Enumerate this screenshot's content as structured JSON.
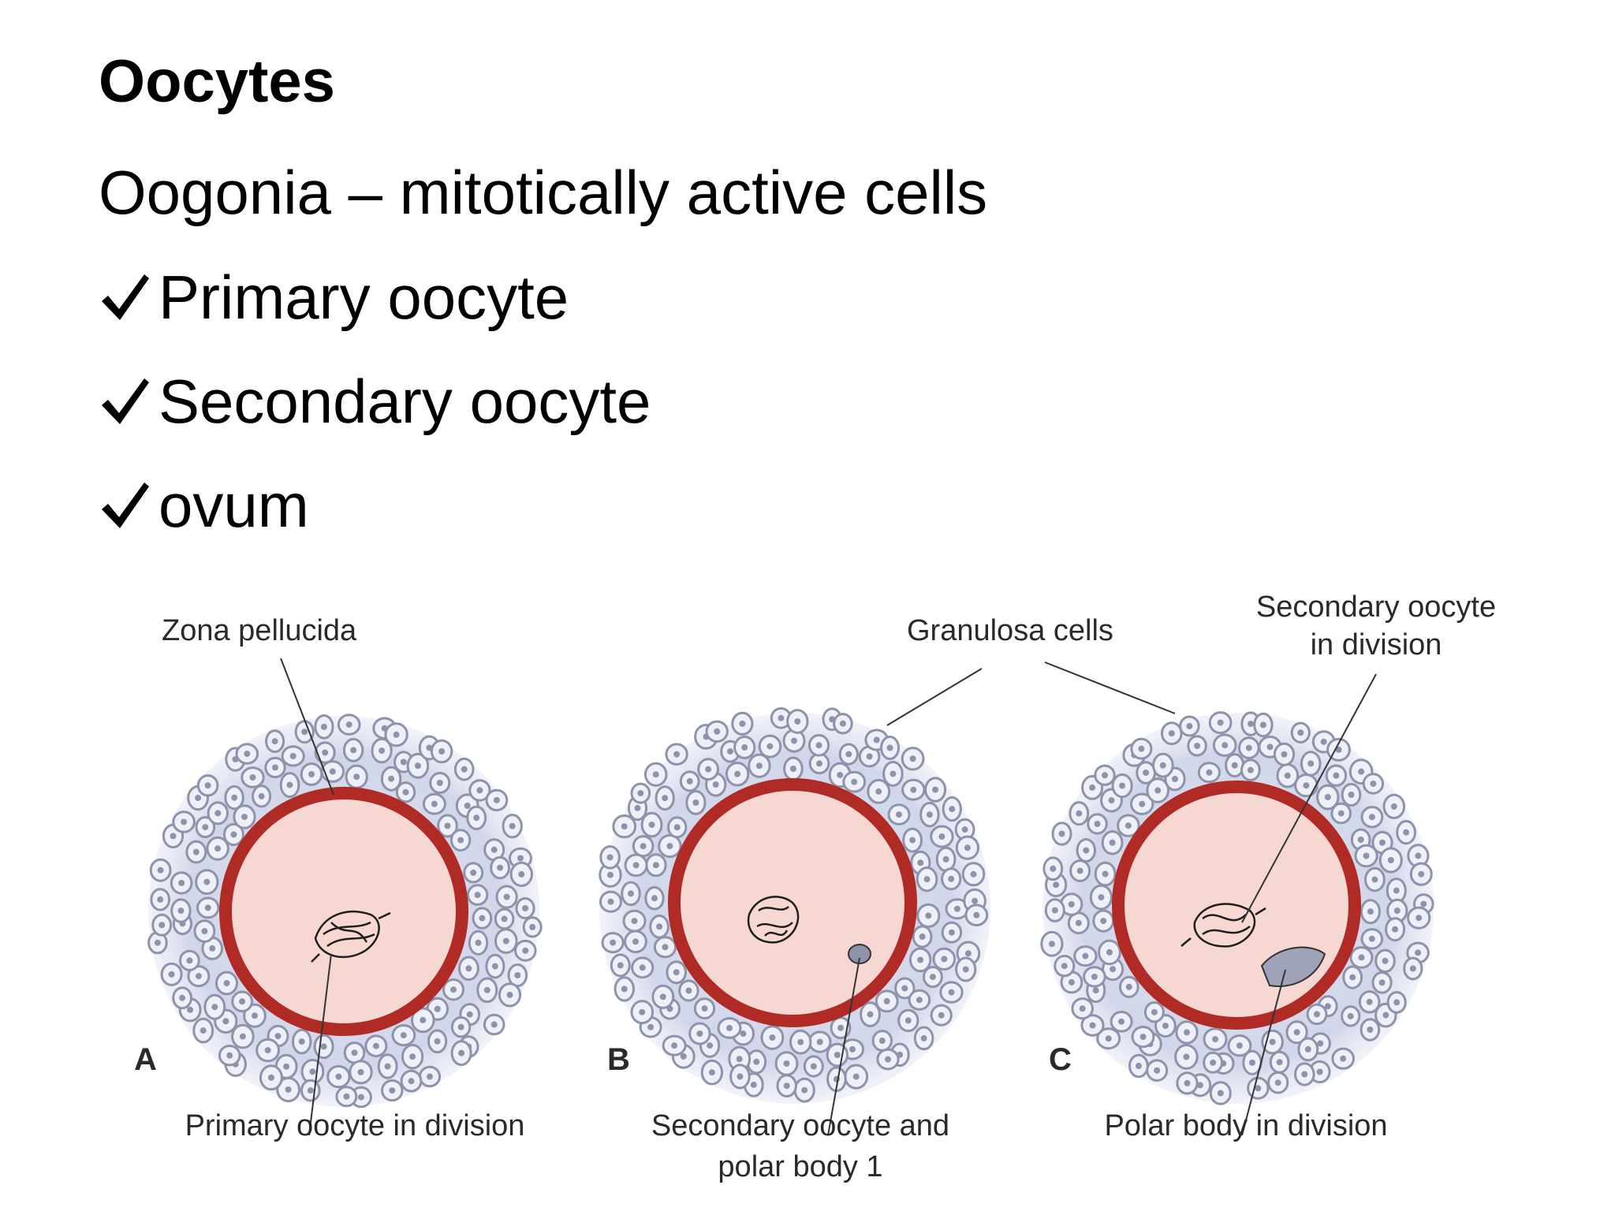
{
  "slide": {
    "title": "Oocytes",
    "intro": "Oogonia – mitotically active cells",
    "bullets": [
      "Primary oocyte",
      "Secondary oocyte",
      "ovum"
    ]
  },
  "figure": {
    "labels": {
      "zona_pellucida": "Zona pellucida",
      "granulosa_cells": "Granulosa cells",
      "secondary_in_division_line1": "Secondary oocyte",
      "secondary_in_division_line2": "in division",
      "panel_a": "A",
      "panel_b": "B",
      "panel_c": "C",
      "primary_in_division": "Primary oocyte in division",
      "secondary_and_polar_line1": "Secondary oocyte and",
      "secondary_and_polar_line2": "polar body 1",
      "polar_in_division": "Polar body in division"
    }
  },
  "colors": {
    "zona_ring": "#b02a26",
    "ooplasm": "#f6d7d2",
    "granulosa_halo": "#d3d7ea",
    "granulosa_cell": "#8e93ab"
  },
  "icons": {
    "bullet": "check-icon"
  }
}
